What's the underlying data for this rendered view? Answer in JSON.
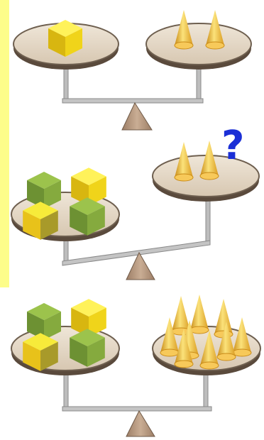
{
  "question_mark": "?",
  "colors": {
    "background": "#ffffff",
    "left_strip": "#fdfd8a",
    "question_mark": "#1b2fd6",
    "plate": "#e8dccb",
    "plate_edge": "#6e5f4f",
    "beam": "#b9b9b9",
    "fulcrum": "#b49780",
    "cube_yellow": "#f0e31a",
    "cube_green": "#7ea63a",
    "cone_gold": "#f4c64a"
  },
  "scales": [
    {
      "id": "scale-1",
      "state": "balanced",
      "left_items": [
        {
          "shape": "cube",
          "color": "yellow",
          "count": 1
        }
      ],
      "right_items": [
        {
          "shape": "cone",
          "count": 2
        }
      ]
    },
    {
      "id": "scale-2",
      "state": "tilted-left-down",
      "left_items": [
        {
          "shape": "cube",
          "color": "green",
          "count": 2
        },
        {
          "shape": "cube",
          "color": "yellow",
          "count": 2
        }
      ],
      "right_items": [
        {
          "shape": "cone",
          "count": 2
        }
      ]
    },
    {
      "id": "scale-3",
      "state": "balanced",
      "left_items": [
        {
          "shape": "cube",
          "color": "green",
          "count": 2
        },
        {
          "shape": "cube",
          "color": "yellow",
          "count": 2
        }
      ],
      "right_items": [
        {
          "shape": "cone",
          "count": 9
        }
      ]
    }
  ]
}
